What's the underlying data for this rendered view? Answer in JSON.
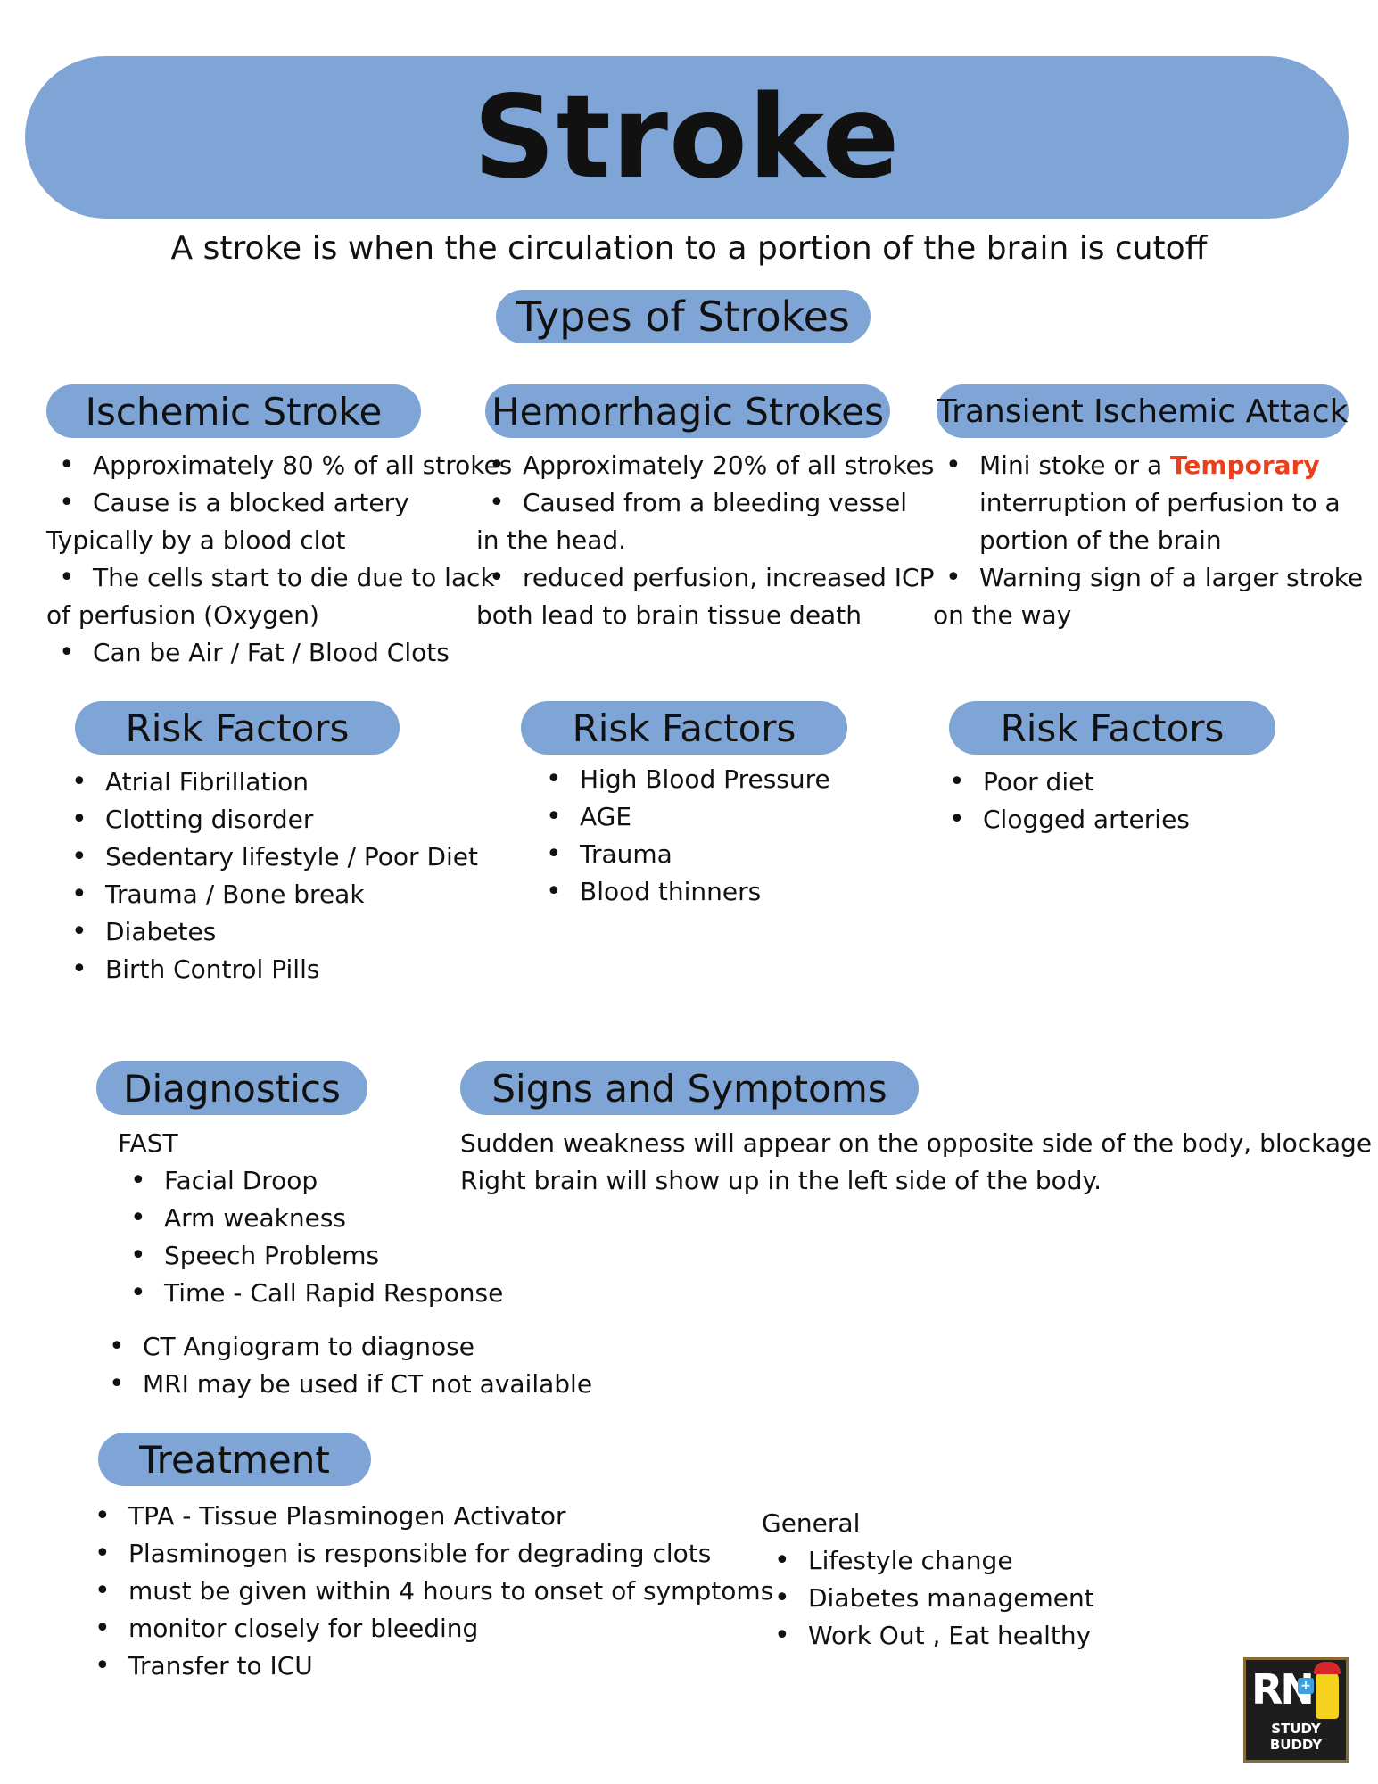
{
  "title": "Stroke",
  "subtitle": "A stroke is when the circulation to a portion of the brain is cutoff",
  "types_heading": "Types of Strokes",
  "ischemic": {
    "heading": "Ischemic Stroke",
    "b1": "Approximately 80 % of all strokes",
    "b2": "Cause is a blocked artery",
    "b2_cont": "Typically by a blood clot",
    "b3": "The cells start to die due to lack",
    "b3_cont": "of perfusion (Oxygen)",
    "b4": "Can be Air / Fat / Blood Clots"
  },
  "hemorrhagic": {
    "heading": "Hemorrhagic Strokes",
    "b1": "Approximately 20% of all strokes",
    "b2": "Caused from a bleeding vessel",
    "b2_cont": "in the head.",
    "b3": "reduced perfusion, increased ICP",
    "b3_cont": "both lead to brain tissue death"
  },
  "tia": {
    "heading": "Transient Ischemic Attack",
    "b1_pre": "Mini stoke or a ",
    "b1_highlight": "Temporary",
    "b1_line2": "interruption of perfusion to a",
    "b1_line3": "portion of the brain",
    "b2": "Warning sign of a larger stroke",
    "b2_cont": "on the way"
  },
  "risk_ischemic": {
    "heading": "Risk Factors",
    "items": [
      "Atrial Fibrillation",
      "Clotting disorder",
      "Sedentary lifestyle / Poor Diet",
      "Trauma / Bone break",
      "Diabetes",
      "Birth Control Pills"
    ]
  },
  "risk_hemorrhagic": {
    "heading": "Risk Factors",
    "items": [
      "High Blood Pressure",
      "AGE",
      "Trauma",
      "Blood thinners"
    ]
  },
  "risk_tia": {
    "heading": "Risk Factors",
    "items": [
      "Poor diet",
      "Clogged arteries"
    ]
  },
  "diagnostics": {
    "heading": "Diagnostics",
    "fast_label": "FAST",
    "fast_items": [
      "Facial Droop",
      "Arm weakness",
      "Speech Problems",
      "Time - Call Rapid Response"
    ],
    "other_items": [
      "CT Angiogram to diagnose",
      "MRI may be used if CT not available"
    ]
  },
  "signs": {
    "heading": "Signs and Symptoms",
    "line1": "Sudden weakness will appear on the opposite side of the body, blockage in",
    "line2": "Right brain will show up in the left side of the body."
  },
  "treatment": {
    "heading": "Treatment",
    "items": [
      "TPA - Tissue Plasminogen Activator",
      "Plasminogen is responsible for degrading clots",
      "must be given within 4 hours to onset of symptoms",
      "monitor closely for bleeding",
      "Transfer to ICU"
    ],
    "general_label": "General",
    "general_items": [
      "Lifestyle change",
      "Diabetes management",
      "Work Out , Eat healthy"
    ]
  },
  "logo": {
    "rn": "RN",
    "plus": "+",
    "study_buddy": "STUDY BUDDY"
  },
  "colors": {
    "pill": "#7fa5d6",
    "highlight": "#e8401c"
  }
}
